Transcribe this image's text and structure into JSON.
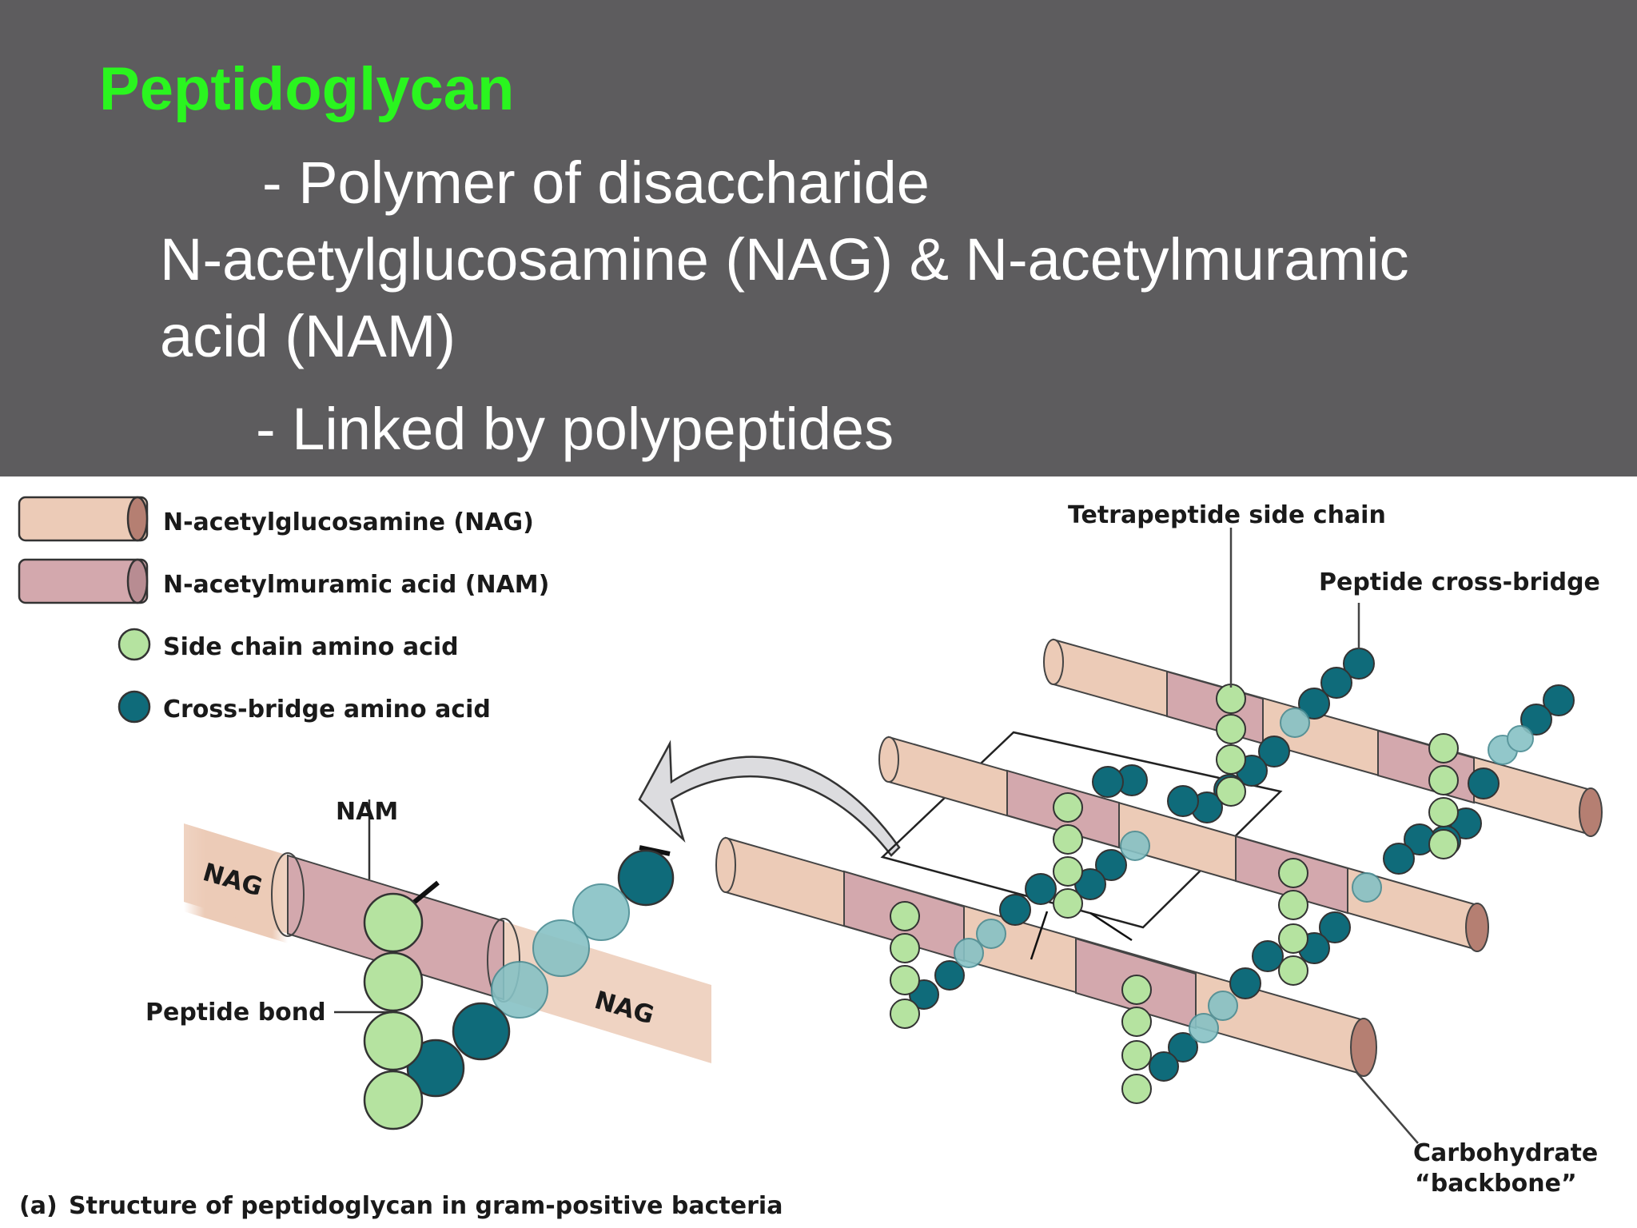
{
  "slide": {
    "title": "Peptidoglycan",
    "bullet1": "- Polymer of disaccharide",
    "bullet1_line2": "N-acetylglucosamine (NAG) & N-acetylmuramic",
    "bullet1_line3": "acid (NAM)",
    "bullet2": "- Linked by polypeptides"
  },
  "diagram": {
    "legend": {
      "nag": "N-acetylglucosamine (NAG)",
      "nam": "N-acetylmuramic acid (NAM)",
      "side_chain": "Side chain amino acid",
      "cross_bridge": "Cross-bridge amino acid"
    },
    "labels": {
      "tetrapeptide": "Tetrapeptide side chain",
      "cross_bridge": "Peptide cross-bridge",
      "nam": "NAM",
      "nag_left": "NAG",
      "nag_right": "NAG",
      "peptide_bond": "Peptide bond",
      "backbone_line1": "Carbohydrate",
      "backbone_line2": "“backbone”"
    },
    "caption_prefix": "(a)",
    "caption": "Structure of peptidoglycan in gram-positive bacteria",
    "colors": {
      "nag": "#eccbb7",
      "nam": "#d3a8ad",
      "side_chain": "#b5e3a0",
      "cross_bridge": "#0f6b7a"
    }
  }
}
